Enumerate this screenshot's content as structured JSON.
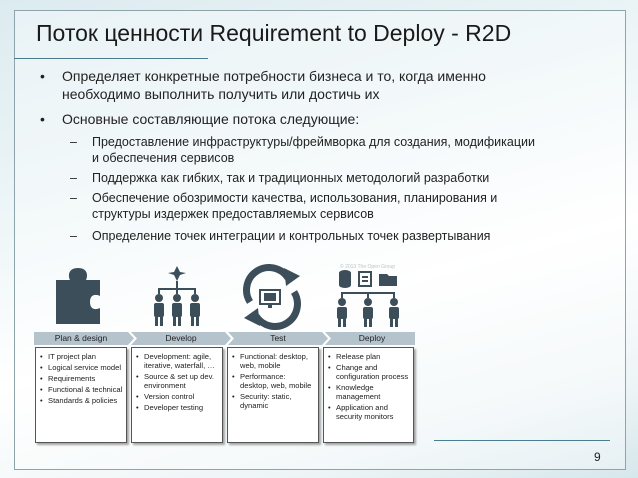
{
  "slide": {
    "title": "Поток ценности Requirement to Deploy - R2D",
    "page_number": "9"
  },
  "bullets": [
    {
      "text_line1": "Определяет конкретные потребности бизнеса и то, когда именно",
      "text_line2": "необходимо выполнить получить или достичь их"
    },
    {
      "text_line1": "Основные составляющие потока следующие:"
    }
  ],
  "sub_bullets": [
    {
      "line1": "Предоставление инфраструктуры/фреймворка для создания, модификации",
      "line2": "и обеспечения сервисов"
    },
    {
      "line1": "Поддержка как гибких, так и традиционных методологий разработки"
    },
    {
      "line1": "Обеспечение обозримости качества, использования, планирования и",
      "line2": "структуры издержек предоставляемых сервисов"
    },
    {
      "line1": "Определение точек интеграции и контрольных точек развертывания"
    }
  ],
  "markers": {
    "bullet": "•",
    "dash": "–"
  },
  "diagram": {
    "watermark": "© 2013 The Open Group",
    "stages": [
      {
        "label": "Plan & design",
        "icon": "puzzle-icon",
        "items": [
          "IT project plan",
          "Logical service model",
          "Requirements",
          "Functional & technical",
          "Standards & policies"
        ]
      },
      {
        "label": "Develop",
        "icon": "team-hierarchy-icon",
        "items": [
          "Development: agile, iterative, waterfall, …",
          "Source & set up dev. environment",
          "Version control",
          "Developer testing"
        ]
      },
      {
        "label": "Test",
        "icon": "test-cycle-icon",
        "items": [
          "Functional: desktop, web, mobile",
          "Performance: desktop, web, mobile",
          "Security: static, dynamic"
        ]
      },
      {
        "label": "Deploy",
        "icon": "deploy-icon",
        "items": [
          "Release plan",
          "Change and configuration process",
          "Knowledge management",
          "Application and security monitors"
        ]
      }
    ]
  },
  "colors": {
    "tag_fill": "#b4c3cc",
    "icon_dark": "#3c4e5a",
    "rule": "#4a7d8f"
  }
}
